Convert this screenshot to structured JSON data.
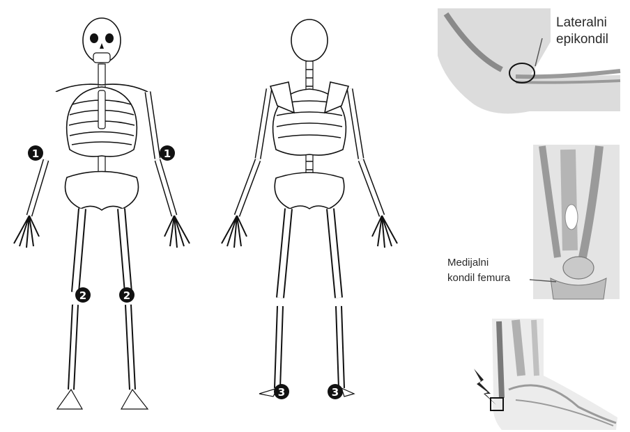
{
  "markers": {
    "elbow": "1",
    "knee": "2",
    "heel": "3"
  },
  "inset_labels": {
    "elbow_line1": "Lateralni",
    "elbow_line2": "epikondil",
    "knee_line1": "Medijalni",
    "knee_line2": "kondil femura"
  },
  "colors": {
    "marker_fill": "#111111",
    "marker_text": "#ffffff",
    "bone_outline": "#111111",
    "inset_background": "#d9d9d9",
    "highlight_outline": "#111111"
  }
}
